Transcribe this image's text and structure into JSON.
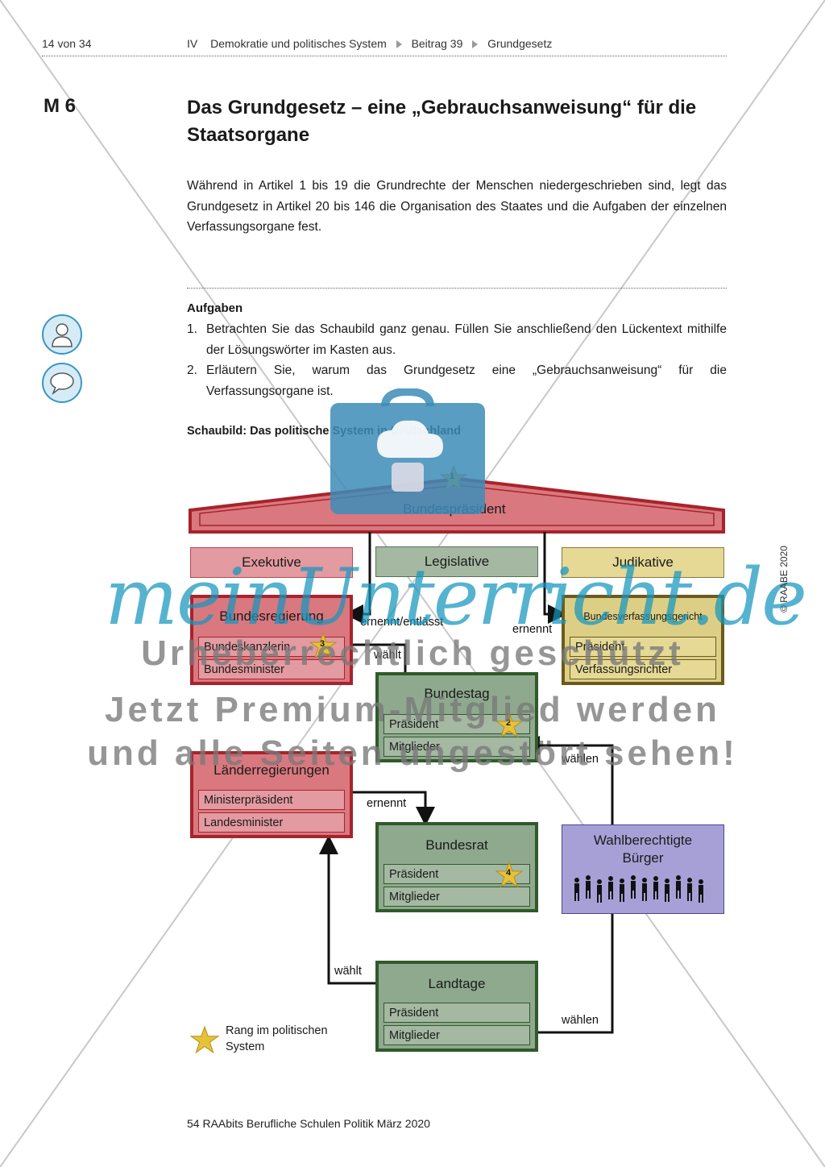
{
  "header": {
    "page": "14 von 34",
    "section": "IV",
    "topic": "Demokratie und politisches System",
    "beitrag": "Beitrag 39",
    "subject": "Grundgesetz"
  },
  "material": {
    "label": "M 6",
    "title": "Das Grundgesetz – eine „Gebrauchsanweisung“ für die Staatsorgane"
  },
  "intro": "Während in Artikel 1 bis 19 die Grundrechte der Menschen niedergeschrieben sind, legt das Grundgesetz in Artikel 20 bis 146 die Organisation des Staates und die Aufgaben der einzelnen Verfassungsorgane fest.",
  "tasks": {
    "heading": "Aufgaben",
    "items": [
      {
        "num": "1.",
        "text": "Betrachten Sie das Schaubild ganz genau. Füllen Sie anschließend den Lückentext mithilfe der Lösungswörter im Kasten aus."
      },
      {
        "num": "2.",
        "text": "Erläutern Sie, warum das Grundgesetz eine „Gebrauchsanweisung“ für die Verfassungsorgane ist."
      }
    ]
  },
  "icons": [
    "person-icon",
    "speech-bubble-icon",
    "briefcase-icon",
    "star-icon"
  ],
  "colors": {
    "exekutive": "#d9787f",
    "exekutive_border": "#a8232c",
    "legislative": "#8fa98f",
    "legislative_border": "#2f5a2a",
    "judikative": "#dccf85",
    "judikative_border": "#6b5a1e",
    "buerger": "#a7a0d6",
    "star": "#e8c13a",
    "watermark": "#1596be"
  },
  "diagram": {
    "caption": "Schaubild: Das politische System in Deutschland",
    "bundespraesident": {
      "label": "Bundespräsident",
      "rank": "1"
    },
    "categories": {
      "exekutive": "Exekutive",
      "legislative": "Legislative",
      "judikative": "Judikative"
    },
    "bundesregierung": {
      "title": "Bundesregierung",
      "rows": [
        "Bundeskanzlerin",
        "Bundesminister"
      ],
      "rank": "3"
    },
    "bundesverfassungsgericht": {
      "title": "Bundesverfassungsgericht",
      "rows": [
        "Präsident",
        "Verfassungsrichter"
      ]
    },
    "bundestag": {
      "title": "Bundestag",
      "rows": [
        "Präsident",
        "Mitglieder"
      ],
      "rank": "2"
    },
    "laenderregierungen": {
      "title": "Länderregierungen",
      "rows": [
        "Ministerpräsident",
        "Landesminister"
      ]
    },
    "bundesrat": {
      "title": "Bundesrat",
      "rows": [
        "Präsident",
        "Mitglieder"
      ],
      "rank": "4"
    },
    "buerger": {
      "title": "Wahlberechtigte Bürger"
    },
    "landtage": {
      "title": "Landtage",
      "rows": [
        "Präsident",
        "Mitglieder"
      ]
    },
    "arrows": {
      "ernennt_entlaesst": "ernennt/entlässt",
      "ernennt_bvg": "ernennt",
      "waehlt_bk": "wählt",
      "waehlen_bt": "wählen",
      "ernennt_br": "ernennt",
      "waehlt_lr": "wählt",
      "waehlen_lt": "wählen"
    },
    "legend": "Rang im politischen System"
  },
  "watermark": {
    "logo": "meinUnterricht.de",
    "line1": "Urheberrechtlich geschützt",
    "line2": "Jetzt Premium-Mitglied werden",
    "line3": "und alle Seiten ungestört sehen!"
  },
  "side_note": "© RAABE 2020",
  "footer": "54 RAAbits Berufliche Schulen Politik März 2020"
}
